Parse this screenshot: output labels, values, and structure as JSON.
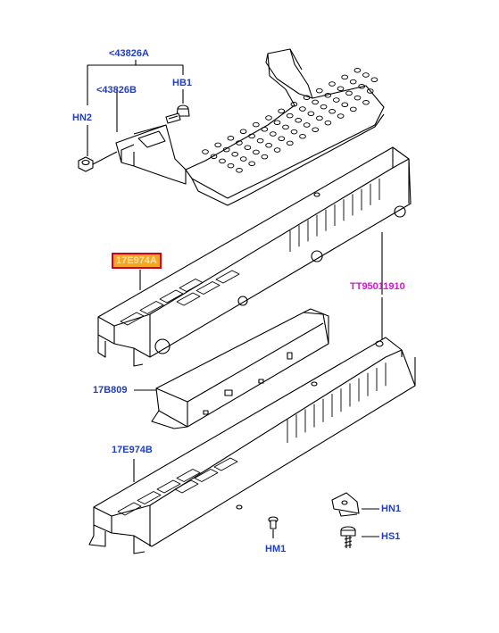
{
  "labels": {
    "p43826a": "<43826A",
    "p43826b": "<43826B",
    "hb1": "HB1",
    "hn2": "HN2",
    "p17e974a": "17E974A",
    "tt": "TT95011910",
    "p17b809": "17B809",
    "p17e974b": "17E974B",
    "hn1": "HN1",
    "hs1": "HS1",
    "hm1": "HM1"
  },
  "colors": {
    "label_blue": "#1f3fbf",
    "label_magenta": "#d018c8",
    "highlight_fill": "#f5a623",
    "highlight_border": "#d0021b",
    "line": "#000000"
  }
}
